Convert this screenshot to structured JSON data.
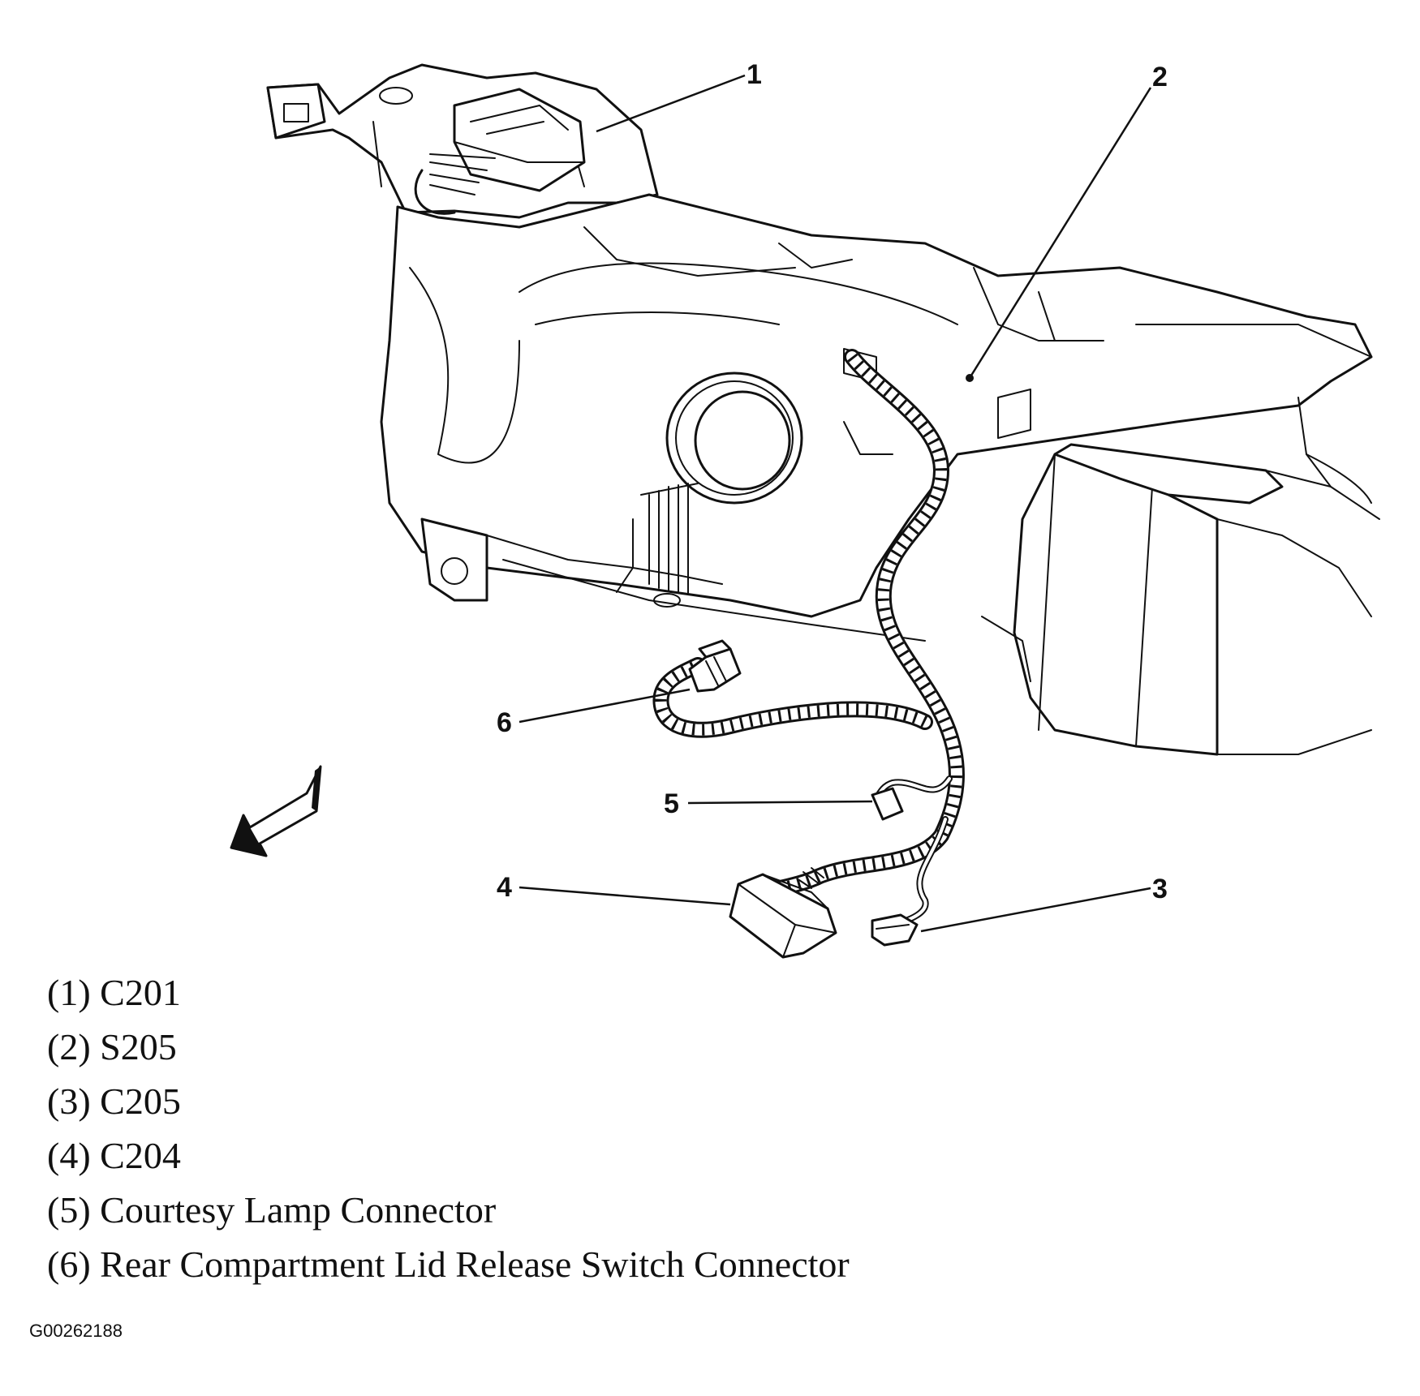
{
  "figure_id": "G00262188",
  "callouts": [
    "1",
    "2",
    "3",
    "4",
    "5",
    "6"
  ],
  "legend": [
    {
      "number": "(1)",
      "label": "C201"
    },
    {
      "number": "(2)",
      "label": "S205"
    },
    {
      "number": "(3)",
      "label": "C205"
    },
    {
      "number": "(4)",
      "label": "C204"
    },
    {
      "number": "(5)",
      "label": "Courtesy Lamp Connector"
    },
    {
      "number": "(6)",
      "label": "Rear Compartment Lid Release Switch Connector"
    }
  ],
  "icons": [
    "front-direction-arrow-icon"
  ]
}
